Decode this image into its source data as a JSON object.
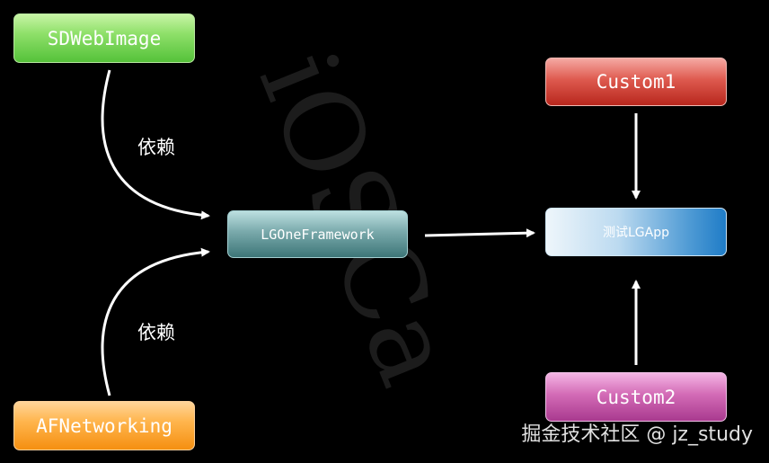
{
  "nodes": {
    "sdwebimage": "SDWebImage",
    "afnetworking": "AFNetworking",
    "lgoneframework": "LGOneFramework",
    "custom1": "Custom1",
    "test_app": "测试LGApp",
    "custom2": "Custom2"
  },
  "edge_labels": {
    "top_dependency": "依赖",
    "bottom_dependency": "依赖"
  },
  "watermark": "iOSCa",
  "footer": "掘金技术社区 @ jz_study",
  "colors": {
    "background": "#000000",
    "sdwebimage": "#6ad04a",
    "afnetworking": "#ffa52e",
    "lgoneframework": "#4f8a8c",
    "custom1": "#c93a2e",
    "test_app": "#2b85cc",
    "custom2": "#bd4fa0",
    "arrow": "#ffffff"
  }
}
